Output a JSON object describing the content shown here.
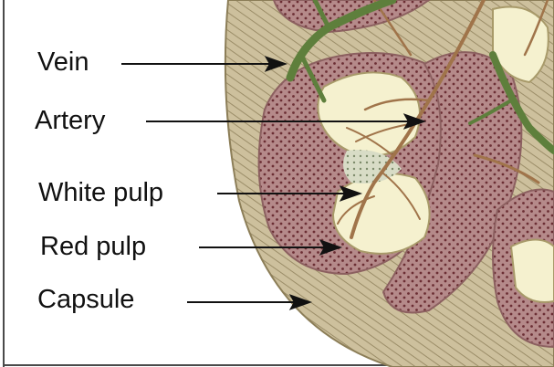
{
  "labels": {
    "vein": "Vein",
    "artery": "Artery",
    "white_pulp": "White pulp",
    "red_pulp": "Red pulp",
    "capsule": "Capsule"
  },
  "colors": {
    "capsule": "#cdc09d",
    "red_pulp": "#b58a8a",
    "red_pulp_dots": "#6b2e34",
    "white_pulp": "#f5f1cf",
    "vein": "#5e7f3c",
    "artery": "#a0744a",
    "arrow": "#111111"
  }
}
